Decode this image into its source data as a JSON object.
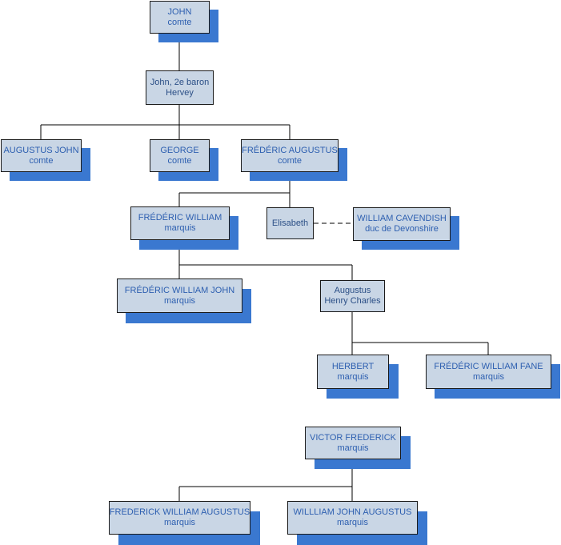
{
  "nodes": [
    {
      "id": "john-comte",
      "line1": "JOHN",
      "line2": "comte"
    },
    {
      "id": "john-2e-baron",
      "line1": "John, 2e baron",
      "line2": "Hervey"
    },
    {
      "id": "augustus-john",
      "line1": "AUGUSTUS JOHN",
      "line2": "comte"
    },
    {
      "id": "george",
      "line1": "GEORGE",
      "line2": "comte"
    },
    {
      "id": "frederic-augustus",
      "line1": "FRÉDÉRIC AUGUSTUS",
      "line2": "comte"
    },
    {
      "id": "frederic-william",
      "line1": "FRÉDÉRIC WILLIAM",
      "line2": "marquis"
    },
    {
      "id": "elisabeth",
      "line1": "Elisabeth",
      "line2": ""
    },
    {
      "id": "william-cavendish",
      "line1": "WILLIAM CAVENDISH",
      "line2": "duc de Devonshire"
    },
    {
      "id": "frederic-william-john",
      "line1": "FRÉDÉRIC WILLIAM JOHN",
      "line2": "marquis"
    },
    {
      "id": "augustus-henry-charles",
      "line1": "Augustus",
      "line2": "Henry Charles"
    },
    {
      "id": "herbert",
      "line1": "HERBERT",
      "line2": "marquis"
    },
    {
      "id": "frederic-william-fane",
      "line1": "FRÉDÉRIC WILLIAM FANE",
      "line2": "marquis"
    },
    {
      "id": "victor-frederick",
      "line1": "VICTOR FREDERICK",
      "line2": "marquis"
    },
    {
      "id": "frederick-william-augustus",
      "line1": "FREDERICK WILLIAM AUGUSTUS",
      "line2": "marquis"
    },
    {
      "id": "william-john-augustus",
      "line1": "WILLLIAM JOHN AUGUSTUS",
      "line2": "marquis"
    }
  ]
}
